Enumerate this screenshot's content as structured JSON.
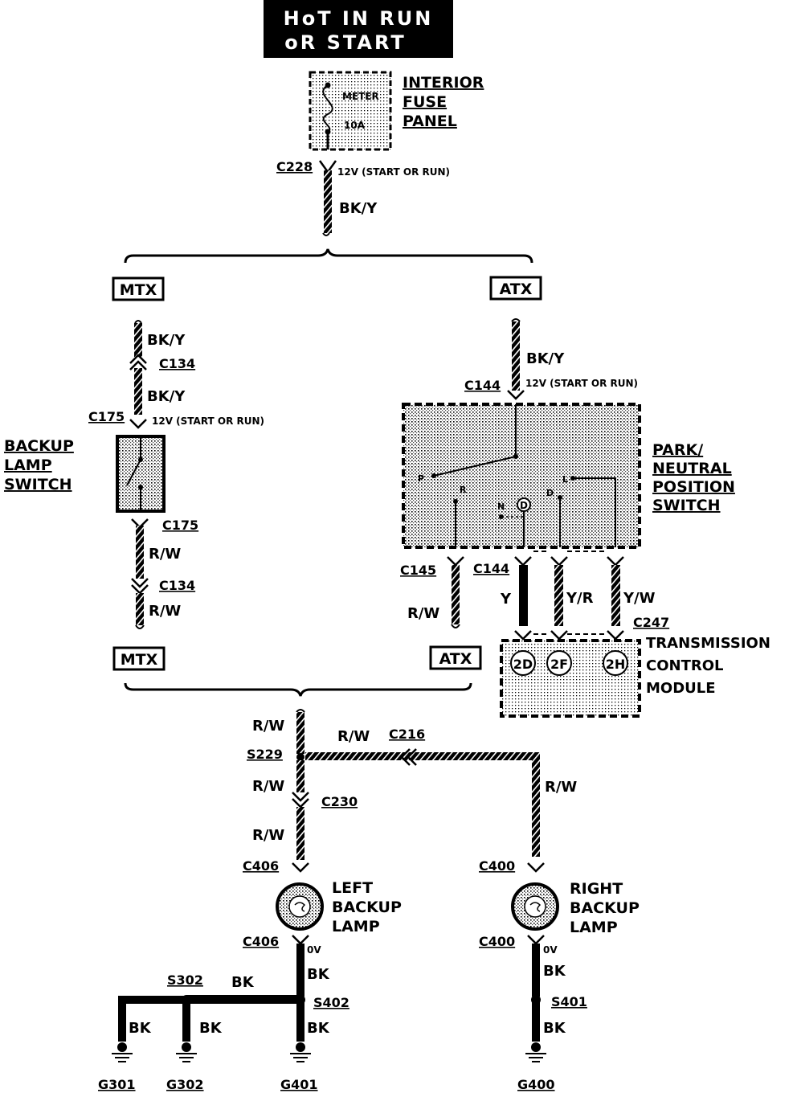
{
  "header": {
    "line1": "HoT IN RUN",
    "line2": "oR START"
  },
  "fuse": {
    "label_lines": [
      "INTERIOR",
      "FUSE",
      "PANEL"
    ],
    "name": "METER",
    "rating": "10A",
    "out_connector": "C228",
    "voltage": "12V (START OR RUN)",
    "wire": "BK/Y"
  },
  "branches": {
    "mtx": "MTX",
    "atx": "ATX"
  },
  "mtx_top": {
    "wire1": "BK/Y",
    "c1": "C134",
    "wire2": "BK/Y",
    "c2": "C175",
    "voltage": "12V (START OR RUN)"
  },
  "backup_switch": {
    "label_lines": [
      "BACKUP",
      "LAMP",
      "SWITCH"
    ],
    "c_out": "C175",
    "wire1": "R/W",
    "c2": "C134",
    "wire2": "R/W"
  },
  "atx_top": {
    "wire": "BK/Y",
    "connector": "C144",
    "voltage": "12V (START OR RUN)"
  },
  "pn_switch": {
    "label_lines": [
      "PARK/",
      "NEUTRAL",
      "POSITION",
      "SWITCH"
    ],
    "positions": {
      "p": "P",
      "r": "R",
      "n": "N",
      "d_circle": "D",
      "d": "D",
      "l": "L"
    },
    "c_left": "C145",
    "c_mid": "C144",
    "wire_rw": "R/W",
    "wire_y": "Y",
    "wire_yr": "Y/R",
    "wire_yw": "Y/W",
    "c247": "C247"
  },
  "tcm": {
    "label_lines": [
      "TRANSMISSION",
      "CONTROL",
      "MODULE"
    ],
    "pins": [
      "2D",
      "2F",
      "2H"
    ]
  },
  "lower": {
    "wire_top": "R/W",
    "s229": "S229",
    "wire_c216": "R/W",
    "c216": "C216",
    "wire_right": "R/W",
    "wire_mid": "R/W",
    "c230": "C230",
    "wire_mid2": "R/W",
    "c406": "C406",
    "c400": "C400"
  },
  "left_lamp": {
    "label_lines": [
      "LEFT",
      "BACKUP",
      "LAMP"
    ],
    "c_out": "C406",
    "volt": "0V",
    "wire": "BK",
    "s402": "S402",
    "s302": "S302",
    "wire_h": "BK",
    "wire_g301": "BK",
    "wire_g302": "BK",
    "wire_g401": "BK",
    "g301": "G301",
    "g302": "G302",
    "g401": "G401"
  },
  "right_lamp": {
    "label_lines": [
      "RIGHT",
      "BACKUP",
      "LAMP"
    ],
    "c_out": "C400",
    "volt": "0V",
    "wire": "BK",
    "s401": "S401",
    "wire2": "BK",
    "g400": "G400"
  }
}
